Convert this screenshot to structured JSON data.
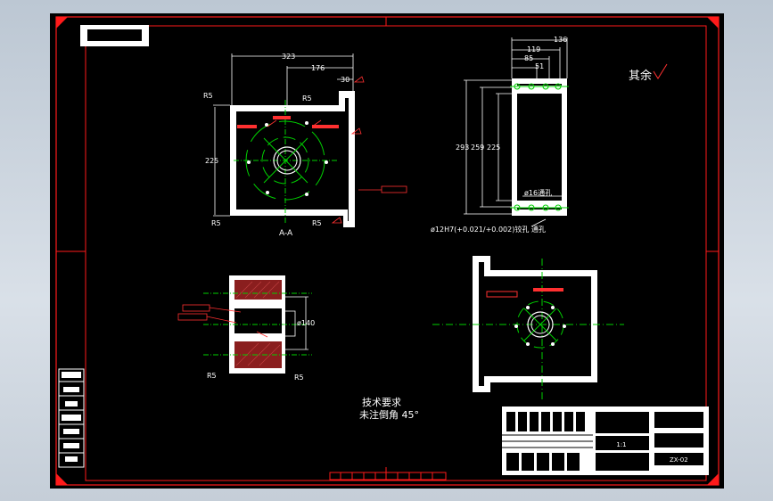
{
  "drawing": {
    "colors": {
      "frame": "#ff1a1a",
      "background": "#000000",
      "outline": "#ffffff",
      "center_line": "#00d000",
      "dim_line": "#ff3030"
    },
    "remaining_roughness_label": "其余",
    "section_label": "A-A",
    "top_view_dims": {
      "d323": "323",
      "d176": "176",
      "d30": "30",
      "r5_top": "R5",
      "r5_top_right": "R5",
      "d225": "225",
      "r5_bottom": "R5",
      "r5_bottom_right": "R5"
    },
    "side_view_dims": {
      "d136": "136",
      "d119": "119",
      "d85": "85",
      "d51": "51",
      "d293": "293",
      "d259": "259",
      "d225b": "225",
      "hole16": "ø16通孔",
      "hole12": "ø12H7(+0.021/+0.002)铰孔 通孔"
    },
    "lower_left_dims": {
      "r5_left": "R5",
      "r5_right": "R5",
      "d140": "ø140"
    },
    "tech_req": {
      "title": "技术要求",
      "line1": "未注倒角 45°"
    },
    "title_block": {
      "drawing_no": "ZX-02",
      "scale": "1:1"
    }
  }
}
